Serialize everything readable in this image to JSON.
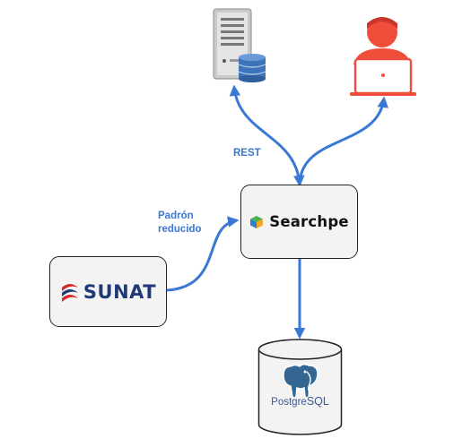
{
  "nodes": {
    "searchpe": {
      "label": "Searchpe"
    },
    "sunat": {
      "label": "SUNAT"
    },
    "postgres": {
      "label_prefix": "Postgre",
      "label_suffix": "SQL"
    }
  },
  "edges": {
    "rest": {
      "label": "REST"
    },
    "padron": {
      "label_line1": "Padrón",
      "label_line2": "reducido"
    }
  },
  "colors": {
    "arrow": "#3a78d6",
    "user": "#f04e3a",
    "sunat_red": "#d5262b",
    "sunat_blue": "#1f3a78",
    "postgres_blue": "#336791"
  },
  "icons": {
    "server": "server-icon",
    "database": "database-icon",
    "user": "user-laptop-icon",
    "searchpe_logo": "cube-logo-icon",
    "sunat_logo": "sunat-logo-icon",
    "postgres_logo": "elephant-icon"
  }
}
